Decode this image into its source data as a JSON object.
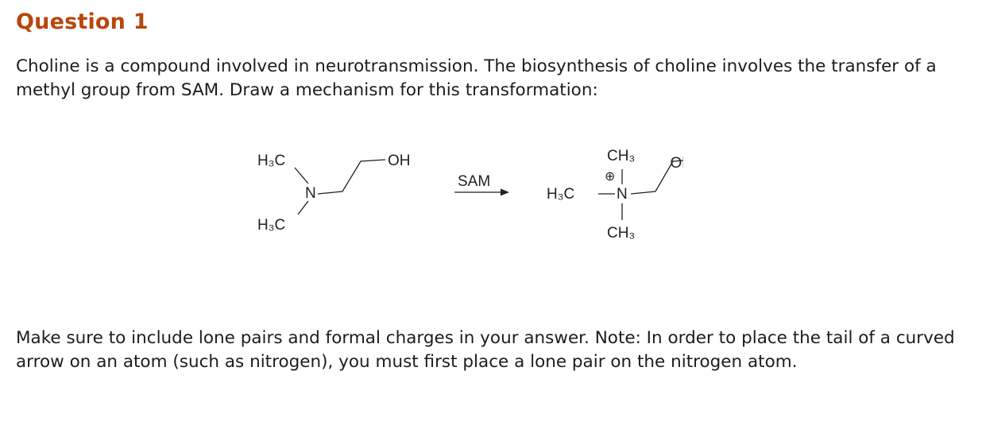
{
  "question": {
    "title": "Question 1",
    "intro": "Choline is a compound involved in neurotransmission. The biosynthesis of choline involves the transfer of a methyl group from SAM. Draw a mechanism for this transformation:",
    "note": "Make sure to include lone pairs and formal charges in your answer. Note: In order to place the tail of a curved arrow on an atom (such as nitrogen), you must first place a lone pair on the nitrogen atom."
  },
  "scheme": {
    "reactant": {
      "methyl_top": "H₃C",
      "methyl_bottom": "H₃C",
      "nitrogen": "N",
      "hydroxyl": "OH"
    },
    "reagent": "SAM",
    "product": {
      "methyl_top": "CH₃",
      "methyl_left": "H₃C",
      "methyl_bottom": "CH₃",
      "nitrogen": "N",
      "charge": "⊕",
      "hydroxyl": "OH"
    }
  }
}
